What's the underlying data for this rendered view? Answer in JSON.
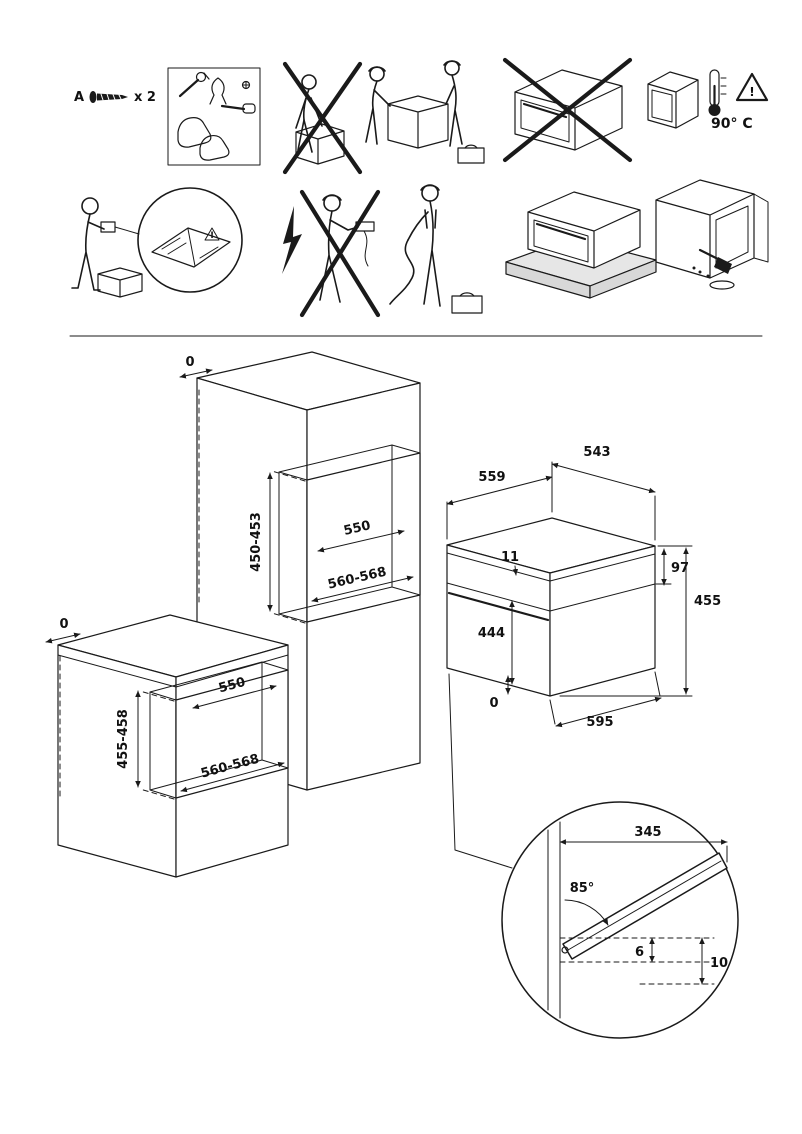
{
  "page": {
    "background": "#ffffff",
    "line_color": "#1a1a1a"
  },
  "hardware_note": {
    "label": "A",
    "quantity": "x 2"
  },
  "heat_warning": {
    "temperature": "90° C",
    "mark": "!",
    "manual_mark": "!"
  },
  "pictograms": {
    "row1": [
      "screws-supplied",
      "tools-and-gloves-required",
      "do-not-lift-alone",
      "lift-with-two-people",
      "do-not-carry-by-door",
      "cabinet-heat-resistance-90C"
    ],
    "row2": [
      "read-instruction-manual",
      "no-unauthorized-power-tools",
      "do-not-install-on-plinth",
      "clean-cabinet-interior"
    ]
  },
  "dimensions": {
    "tall_unit_niche": {
      "flush": "0",
      "depth": "550",
      "height": "450-453",
      "width": "560-568"
    },
    "base_unit_niche": {
      "flush": "0",
      "depth": "550",
      "height": "455-458",
      "width": "560-568"
    },
    "oven": {
      "rear_width": "543",
      "side_depth": "559",
      "panel_inset": "11",
      "panel_height": "97",
      "overall_height": "455",
      "door_height": "444",
      "bottom_flush": "0",
      "overall_width": "595"
    },
    "door_detail": {
      "projection": "345",
      "opening_angle": "85°",
      "bottom_gap": "6",
      "clearance": "10"
    }
  }
}
